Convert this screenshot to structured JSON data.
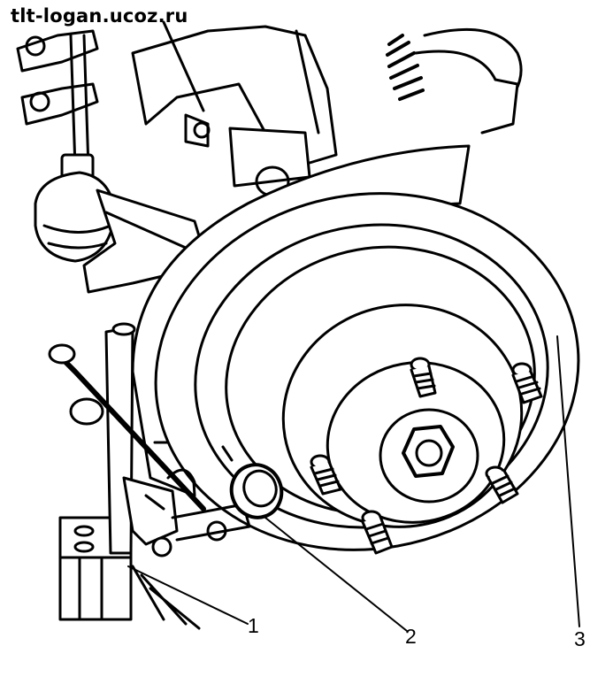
{
  "watermark": "tlt-logan.ucoz.ru",
  "callouts": [
    {
      "id": "1",
      "label": "1"
    },
    {
      "id": "2",
      "label": "2"
    },
    {
      "id": "3",
      "label": "3"
    }
  ],
  "colors": {
    "ink": "#000000",
    "paper": "#ffffff"
  }
}
